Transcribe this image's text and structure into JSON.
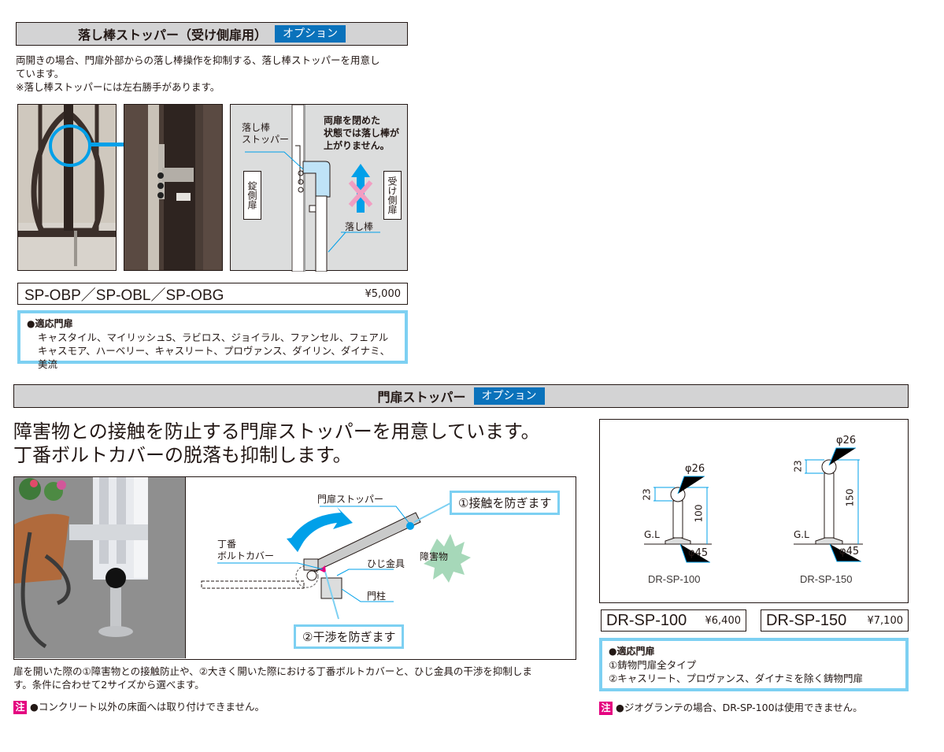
{
  "section1": {
    "title": "落し棒ストッパー（受け側扉用）",
    "option_badge": "オプション",
    "description_line1": "両開きの場合、門扉外部からの落し棒操作を抑制する、落し棒ストッパーを用意し",
    "description_line2": "ています。",
    "note": "※落し棒ストッパーには左右勝手があります。",
    "diagram": {
      "label_stopper_1": "落し棒",
      "label_stopper_2": "ストッパー",
      "caption_1": "両扉を閉めた",
      "caption_2": "状態では落し棒が",
      "caption_3": "上がりません。",
      "left_door": "錠側扉",
      "right_door": "受け側扉",
      "drop_rod": "落し棒"
    },
    "model": "SP-OBP／SP-OBL／SP-OBG",
    "price": "¥5,000",
    "compatible_heading": "●適応門扉",
    "compatible_line1": "キャスタイル、マイリッシュS、ラビロス、ジョイラル、ファンセル、フェアル",
    "compatible_line2": "キャスモア、ハーベリー、キャスリート、プロヴァンス、ダイリン、ダイナミ、美流"
  },
  "section2": {
    "title": "門扉ストッパー",
    "option_badge": "オプション",
    "lead_line1": "障害物との接触を防止する門扉ストッパーを用意しています。",
    "lead_line2": "丁番ボルトカバーの脱落も抑制します。",
    "diagram": {
      "stopper": "門扉ストッパー",
      "callout1": "①接触を防ぎます",
      "callout2": "②干渉を防ぎます",
      "hinge_1": "丁番",
      "hinge_2": "ボルトカバー",
      "hishi": "ひじ金具",
      "obstacle": "障害物",
      "post": "門柱"
    },
    "caption_line1": "扉を開いた際の①障害物との接触防止や、②大きく開いた際における丁番ボルトカバーと、ひじ金具の干渉を抑制しま",
    "caption_line2": "す。条件に合わせて2サイズから選べます。",
    "note_mark": "注",
    "note_left": "●コンクリート以外の床面へは取り付けできません。",
    "spec": {
      "phi26": "φ26",
      "phi45": "φ45",
      "dim23": "23",
      "dim100": "100",
      "dim150": "150",
      "gl": "G.L",
      "name100": "DR-SP-100",
      "name150": "DR-SP-150"
    },
    "products": [
      {
        "model": "DR-SP-100",
        "price": "¥6,400"
      },
      {
        "model": "DR-SP-150",
        "price": "¥7,100"
      }
    ],
    "compatible_heading": "●適応門扉",
    "compatible_line1": "①鋳物門扉全タイプ",
    "compatible_line2": "②キャスリート、プロヴァンス、ダイナミを除く鋳物門扉",
    "note_right": "●ジオグランテの場合、DR-SP-100は使用できません。"
  },
  "colors": {
    "accent_blue": "#0a72bb",
    "callout_cyan": "#7dd0f2",
    "arrow_blue": "#00a0e9",
    "note_pink": "#e4007f",
    "header_gray": "#d3d3d4"
  }
}
